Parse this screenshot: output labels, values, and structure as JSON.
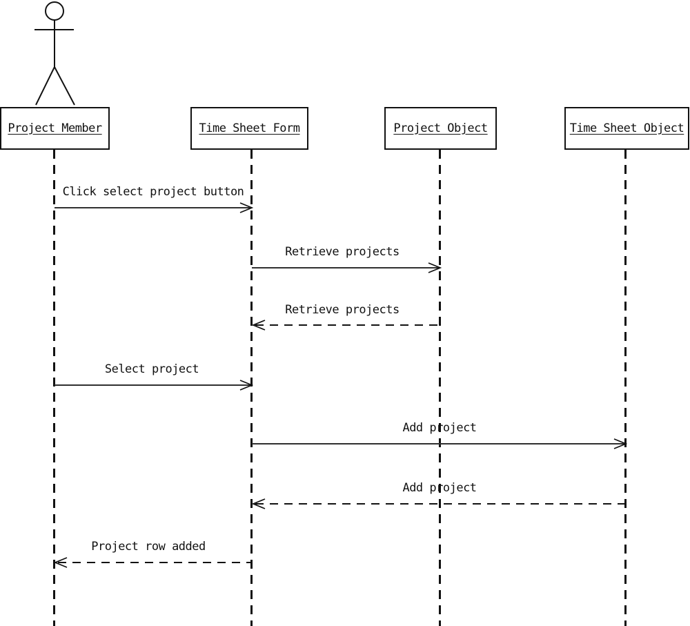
{
  "diagram": {
    "type": "uml-sequence-diagram",
    "colors": {
      "line": "#111111",
      "background": "#ffffff"
    },
    "participants": [
      {
        "label": "Project Member",
        "kind": "actor"
      },
      {
        "label": "Time Sheet Form",
        "kind": "object"
      },
      {
        "label": "Project Object",
        "kind": "object"
      },
      {
        "label": "Time Sheet Object",
        "kind": "object"
      }
    ],
    "messages": [
      {
        "label": "Click select project button",
        "from": "Project Member",
        "to": "Time Sheet Form",
        "line": "solid",
        "direction": "right"
      },
      {
        "label": "Retrieve projects",
        "from": "Time Sheet Form",
        "to": "Project Object",
        "line": "solid",
        "direction": "right"
      },
      {
        "label": "Retrieve projects",
        "from": "Project Object",
        "to": "Time Sheet Form",
        "line": "dashed",
        "direction": "left"
      },
      {
        "label": "Select project",
        "from": "Project Member",
        "to": "Time Sheet Form",
        "line": "solid",
        "direction": "right"
      },
      {
        "label": "Add project",
        "from": "Time Sheet Form",
        "to": "Time Sheet Object",
        "line": "solid",
        "direction": "right"
      },
      {
        "label": "Add project",
        "from": "Time Sheet Object",
        "to": "Time Sheet Form",
        "line": "dashed",
        "direction": "left"
      },
      {
        "label": "Project row added",
        "from": "Time Sheet Form",
        "to": "Project Member",
        "line": "dashed",
        "direction": "left"
      }
    ]
  }
}
